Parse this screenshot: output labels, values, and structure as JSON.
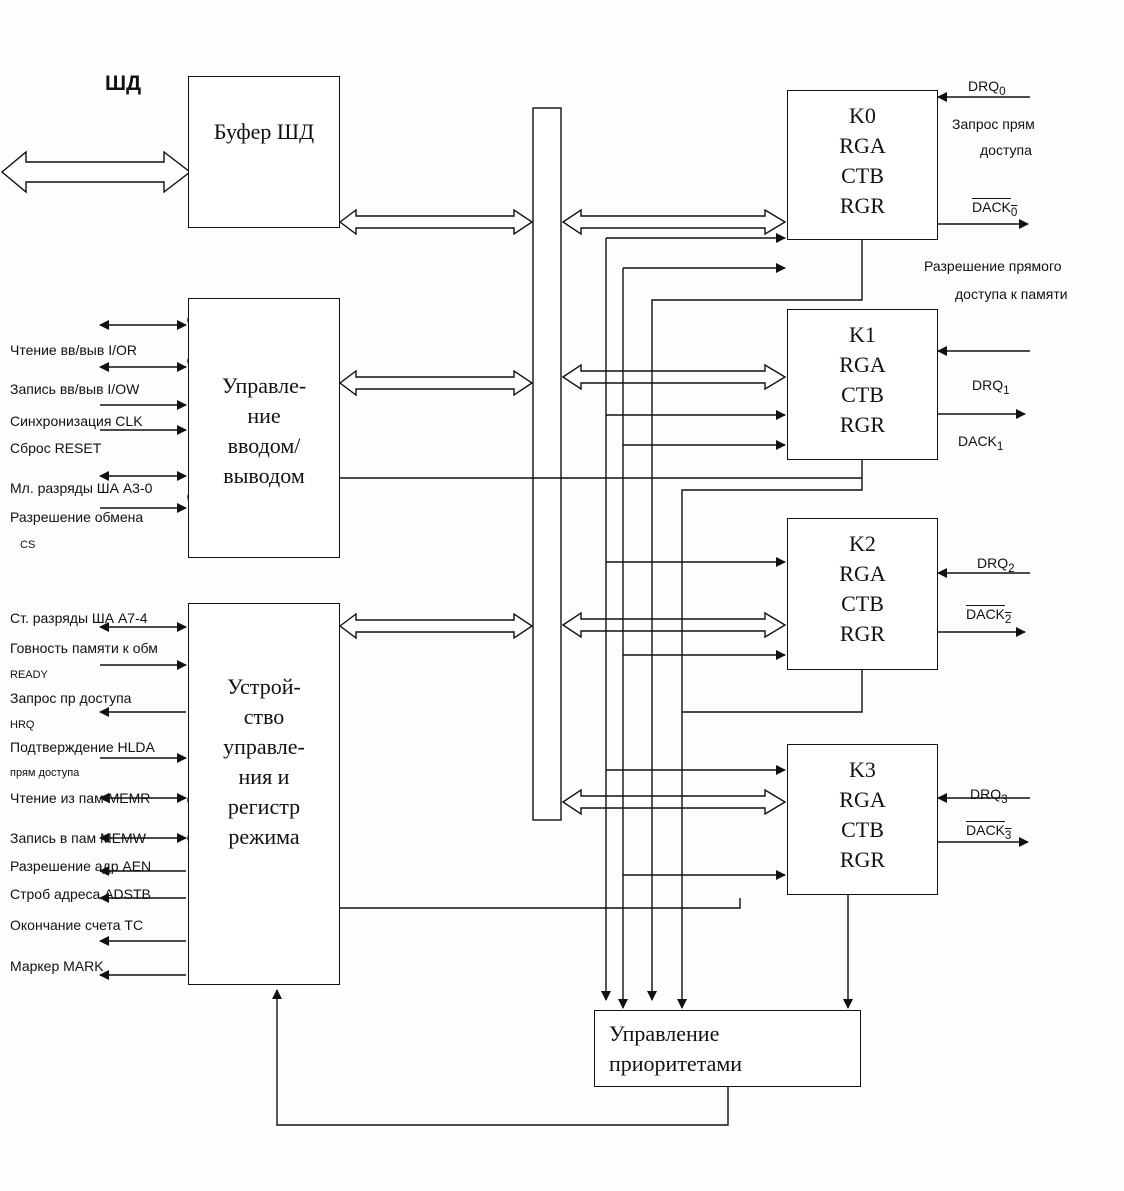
{
  "bus_label": "ШД",
  "blocks": {
    "buffer": {
      "lines": [
        "Буфер ШД"
      ]
    },
    "io": {
      "lines": [
        "Управле-",
        "ние",
        "вводом/",
        "выводом"
      ]
    },
    "mode": {
      "lines": [
        "Устрой-",
        "ство",
        "управле-",
        "ния и",
        "регистр",
        "режима"
      ]
    },
    "priority": {
      "lines": [
        "Управление",
        "приоритетами"
      ]
    },
    "channels": [
      {
        "lines": [
          "K0",
          "RGA",
          "CTB",
          "RGR"
        ]
      },
      {
        "lines": [
          "K1",
          "RGA",
          "CTB",
          "RGR"
        ]
      },
      {
        "lines": [
          "K2",
          "RGA",
          "CTB",
          "RGR"
        ]
      },
      {
        "lines": [
          "K3",
          "RGA",
          "CTB",
          "RGR"
        ]
      }
    ]
  },
  "io_signals": [
    "Чтение вв/выв   I/OR",
    "Запись вв/выв   I/OW",
    "Синхронизация CLK",
    "Сброс RESET",
    "Мл. разряды ША А3-0",
    "Разрешение обмена",
    "CS"
  ],
  "mode_signals": [
    "Ст. разряды ША А7-4",
    "Говность памяти к обм",
    "READY",
    "Запрос пр доступа",
    "HRQ",
    "Подтверждение  HLDA",
    "прям доступа",
    "Чтение из пам  MEMR",
    "Запись в пам  MEMW",
    "Разрешение адр AEN",
    "Строб адреса ADSTB",
    "Окончание счета TC",
    "Маркер MARK"
  ],
  "channel_signals": {
    "drq0": "DRQ",
    "drq0_sub": "0",
    "drq0_desc1": "Запрос прям",
    "drq0_desc2": "доступа",
    "dack0": "DACK",
    "dack0_sub": "0",
    "dack0_desc1": "Разрешение прямого",
    "dack0_desc2": "доступа к памяти",
    "drq1": "DRQ",
    "drq1_sub": "1",
    "dack1": "DACK",
    "dack1_sub": "1",
    "drq2": "DRQ",
    "drq2_sub": "2",
    "dack2": "DACK",
    "dack2_sub": "2",
    "drq3": "DRQ",
    "drq3_sub": "3",
    "dack3": "DACK",
    "dack3_sub": "3"
  }
}
